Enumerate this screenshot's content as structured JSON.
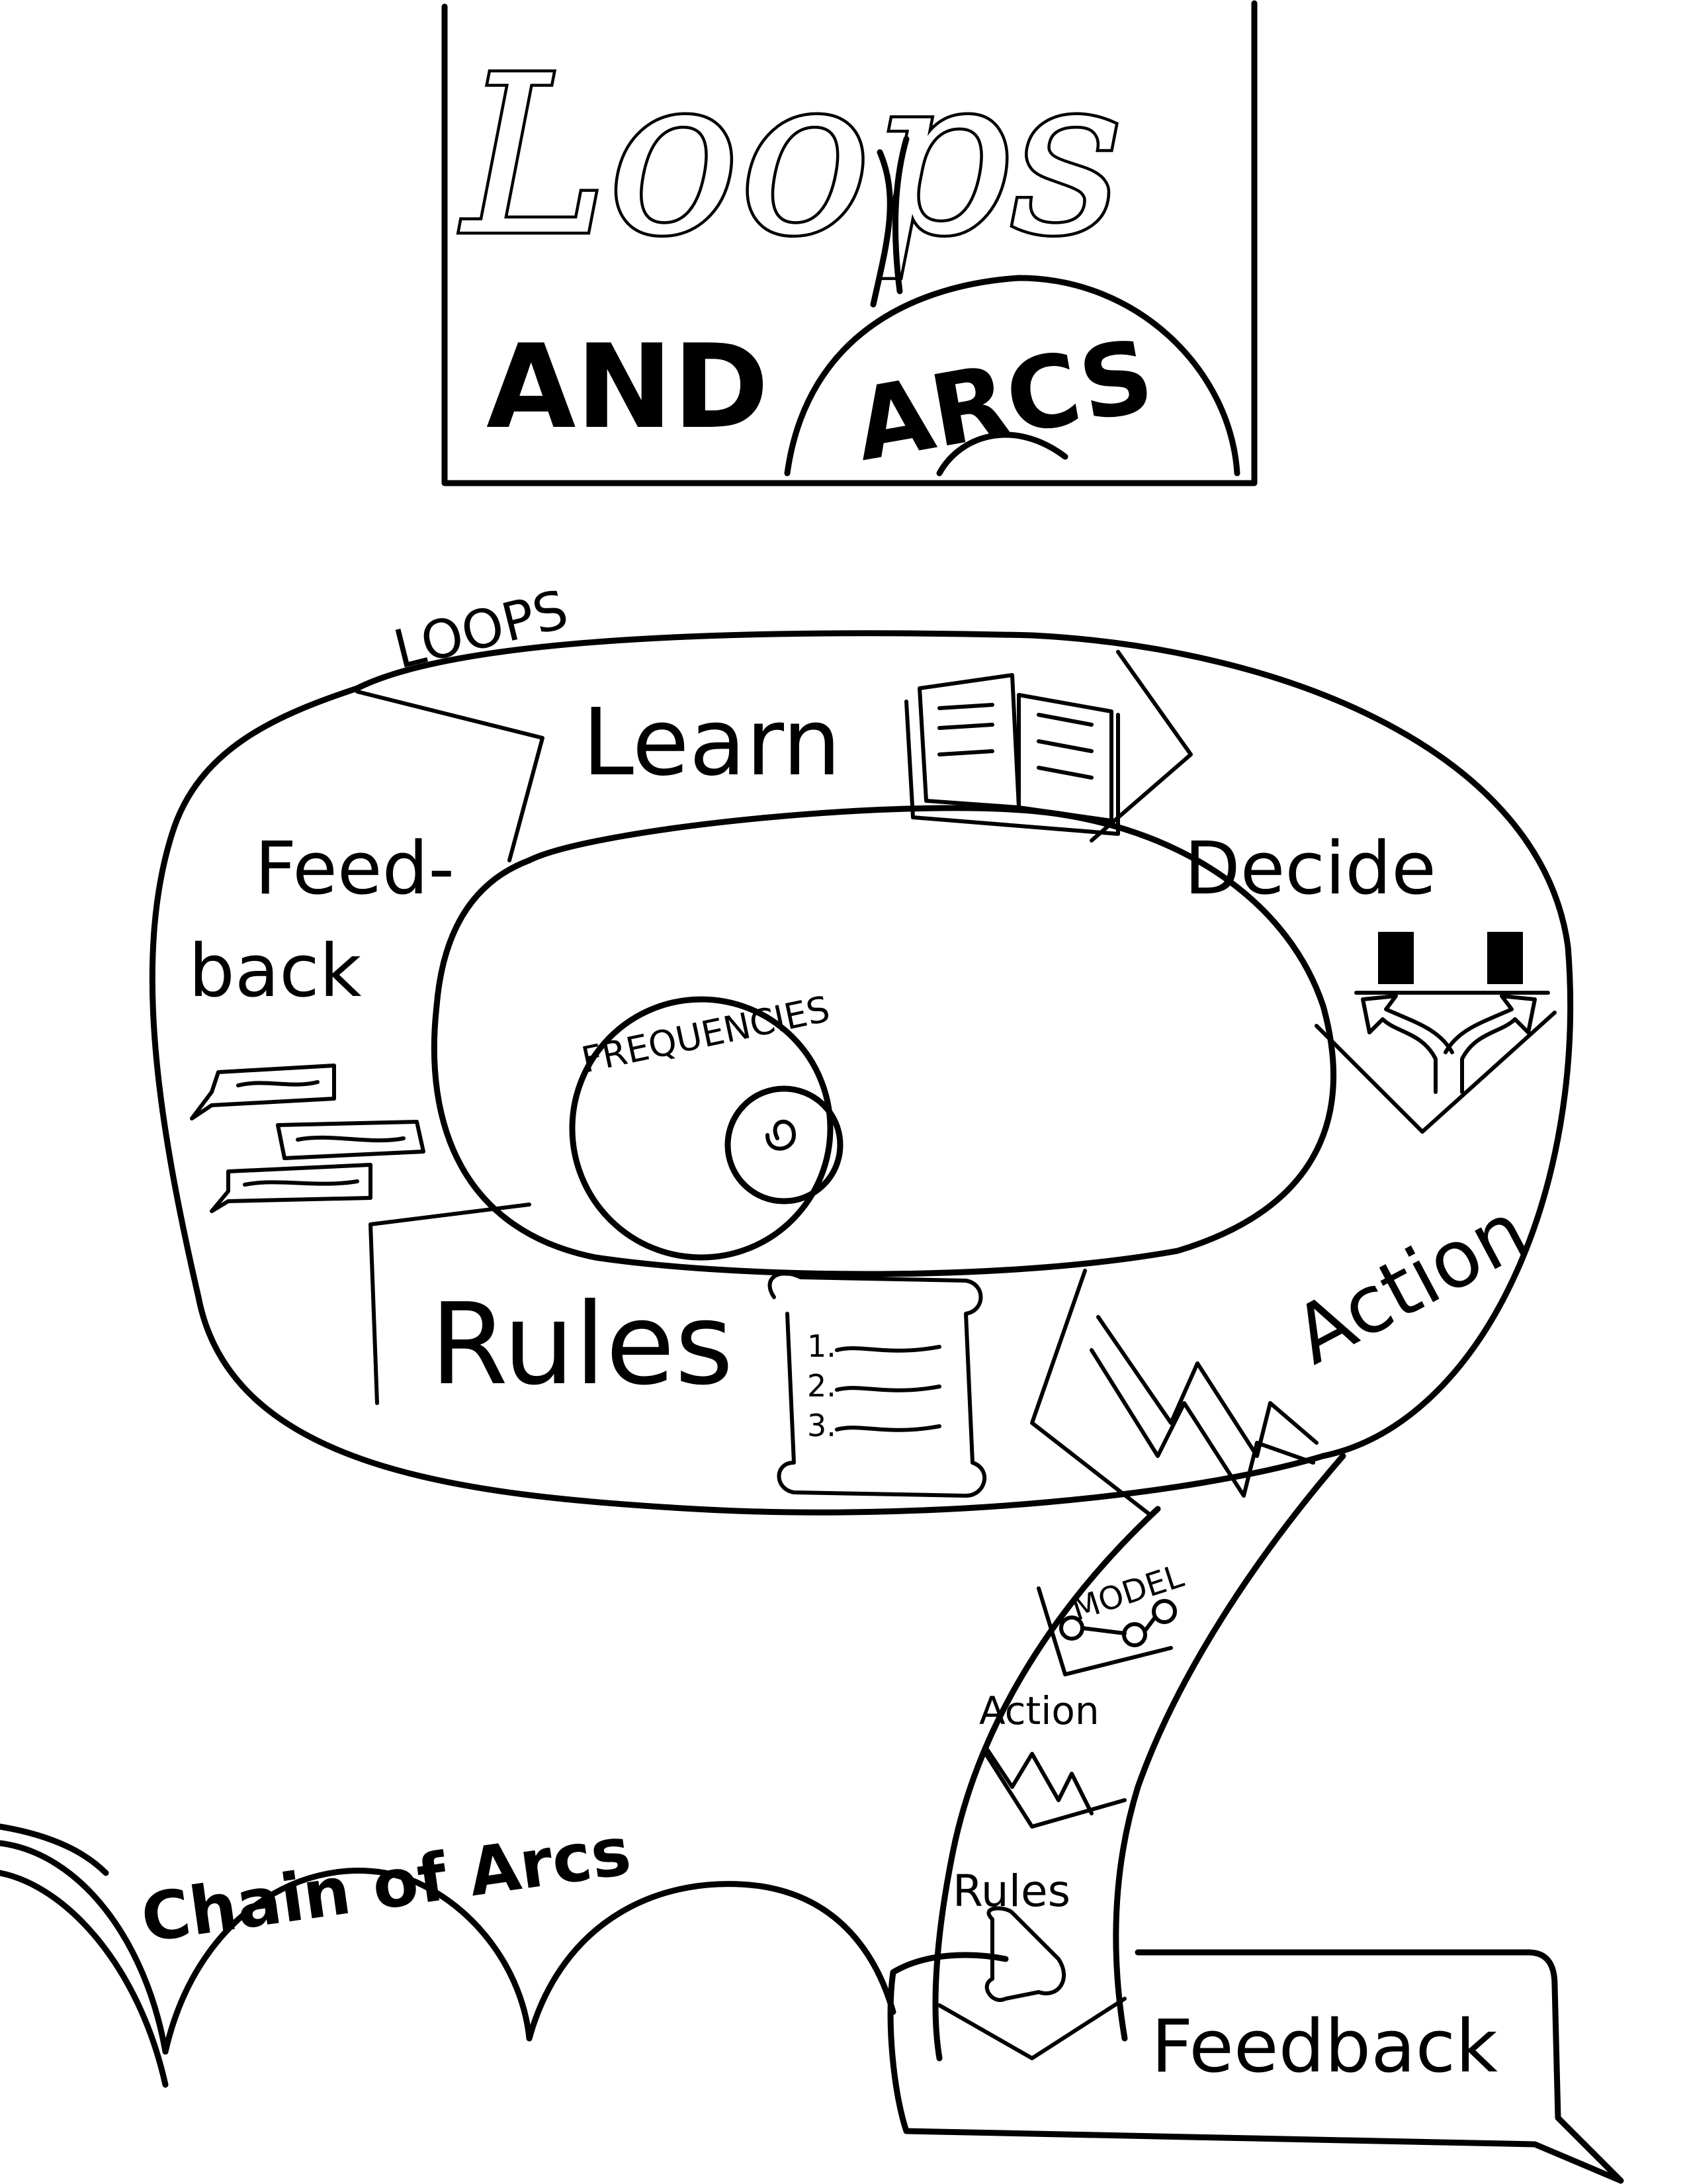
{
  "title": {
    "line1": "Loops",
    "line2_left": "AND",
    "line2_right": "ARCS"
  },
  "loop": {
    "heading": "LOOPS",
    "stages": {
      "learn": "Learn",
      "decide": "Decide",
      "action": "Action",
      "rules": "Rules",
      "feedback_1": "Feed-",
      "feedback_2": "back"
    },
    "inner_label": "FREQUENCIES",
    "rules_list": [
      "1.",
      "2.",
      "3."
    ]
  },
  "tail": {
    "model": "MODEL",
    "action": "Action",
    "rules": "Rules"
  },
  "chain": {
    "label": "Chain of Arcs",
    "end_label": "Feedback"
  },
  "icons": [
    "book-icon",
    "two-doors-icon",
    "diverging-arrows-icon",
    "zigzag-icon",
    "scroll-icon",
    "speech-bubbles-icon",
    "node-chain-icon"
  ]
}
